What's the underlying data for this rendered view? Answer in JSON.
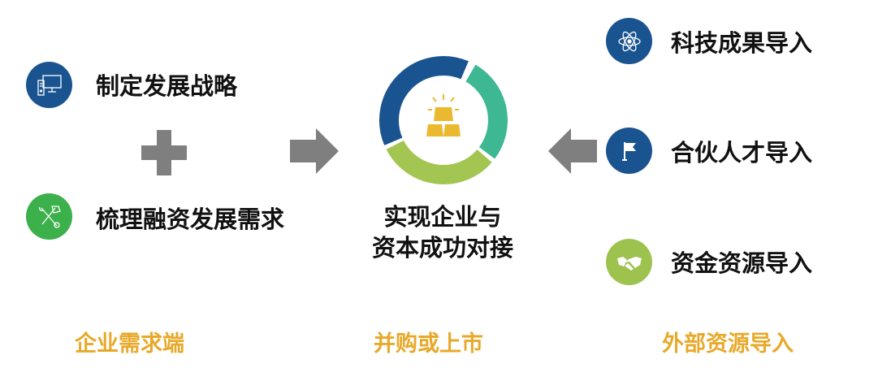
{
  "left": {
    "items": [
      {
        "label": "制定发展战略",
        "icon": "computer-icon"
      },
      {
        "label": "梳理融资发展需求",
        "icon": "tools-icon"
      }
    ],
    "footer": "企业需求端"
  },
  "center": {
    "line1": "实现企业与",
    "line2": "资本成功对接",
    "icon": "gold-bars-icon",
    "footer": "并购或上市"
  },
  "right": {
    "items": [
      {
        "label": "科技成果导入",
        "icon": "atom-icon"
      },
      {
        "label": "合伙人才导入",
        "icon": "flag-icon"
      },
      {
        "label": "资金资源导入",
        "icon": "handshake-icon"
      }
    ],
    "footer": "外部资源导入"
  },
  "colors": {
    "blue": "#1a5490",
    "teal": "#3db893",
    "green": "#a3c552",
    "bright_green": "#3cb04b",
    "gold": "#ebb92f",
    "gray": "#7f7f7f",
    "footer": "#e8a92a"
  }
}
